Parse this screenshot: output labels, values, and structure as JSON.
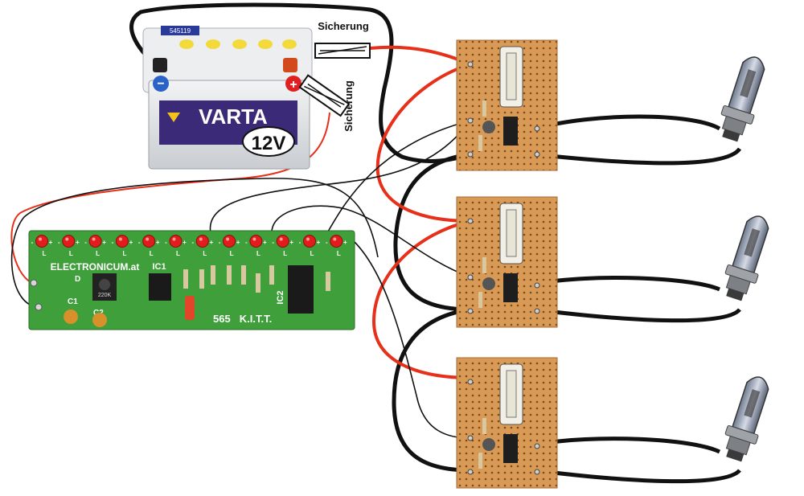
{
  "battery": {
    "brand": "VARTA",
    "voltage": "12V",
    "model_code": "545119",
    "minus_symbol": "−",
    "plus_symbol": "+"
  },
  "fuses": [
    {
      "label": "Sicherung"
    },
    {
      "label": "Sicherung"
    }
  ],
  "pcb": {
    "brand_text": "ELECTRONICUM.at",
    "ic1_label": "IC1",
    "ic2_label": "IC2",
    "pot_label": "220K",
    "c1_label": "C1",
    "c2_label": "C2",
    "model_label": "565",
    "product_label": "K.I.T.T.",
    "d_label": "D",
    "led_count": 12,
    "led_pin_labels": [
      "-",
      "+",
      "L"
    ]
  },
  "boards": [
    {
      "id": "board-1"
    },
    {
      "id": "board-2"
    },
    {
      "id": "board-3"
    }
  ],
  "lamps": [
    {
      "id": "lamp-1"
    },
    {
      "id": "lamp-2"
    },
    {
      "id": "lamp-3"
    }
  ],
  "colors": {
    "battery_body": "#e6e8ea",
    "varta_label": "#3b2a78",
    "varta_yellow": "#f4c21a",
    "wire_red": "#e6301a",
    "wire_black": "#111111",
    "pcb_green": "#3f9f3a",
    "stripboard": "#d99a56",
    "led_red": "#e21c1c"
  }
}
